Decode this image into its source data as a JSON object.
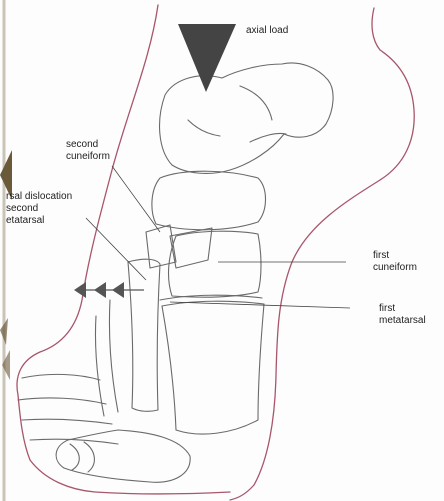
{
  "labels": {
    "axial_load": "axial load",
    "second_cuneiform_line1": "second",
    "second_cuneiform_line2": "cuneiform",
    "dislocation_line1": "rsal dislocation",
    "dislocation_line2": "second",
    "dislocation_line3": "etatarsal",
    "first_cuneiform_line1": "first",
    "first_cuneiform_line2": "cuneiform",
    "first_metatarsal_line1": "first",
    "first_metatarsal_line2": "metatarsal"
  },
  "icons": {
    "load_arrow": "downward-triangle",
    "displacement_arrows": "left-pointing-arrowheads"
  },
  "colors": {
    "bone_outline": "#6a6a6a",
    "skin_outline": "#a8566a",
    "load_arrow": "#444444",
    "slide_accent": "#6b5a3a"
  }
}
